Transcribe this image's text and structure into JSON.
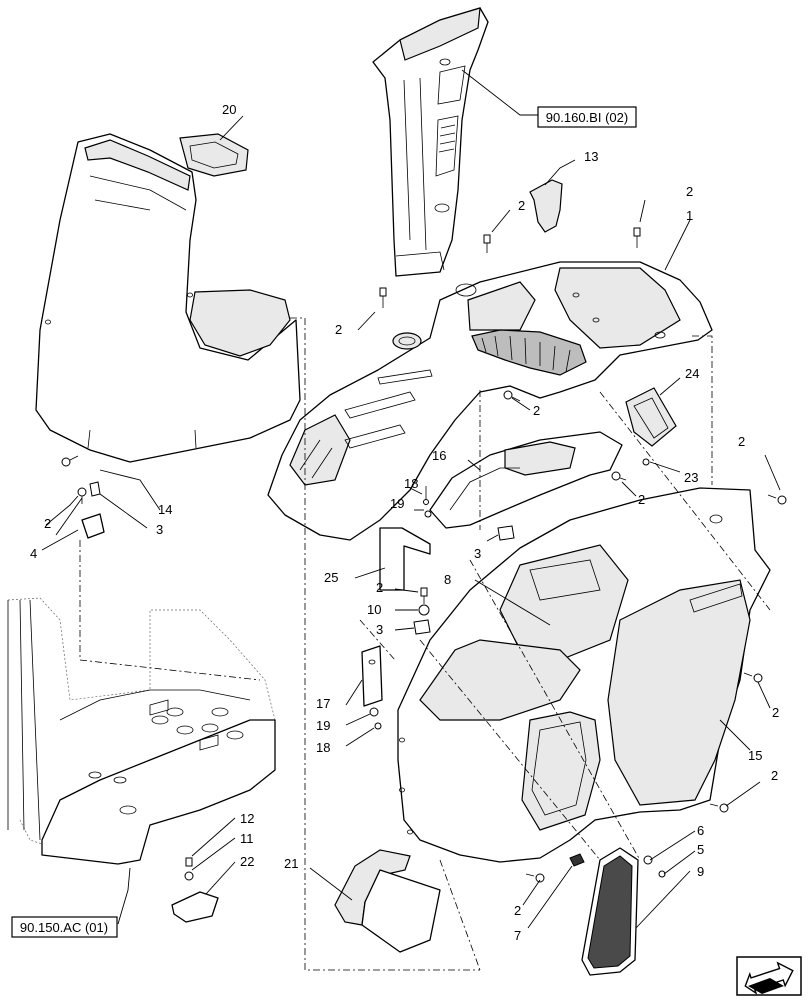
{
  "references": {
    "top": "90.160.BI (02)",
    "bottom": "90.150.AC (01)"
  },
  "callouts": {
    "n1": "1",
    "n2": "2",
    "n3": "3",
    "n4": "4",
    "n5": "5",
    "n6": "6",
    "n7": "7",
    "n8": "8",
    "n9": "9",
    "n10": "10",
    "n11": "11",
    "n12": "12",
    "n13": "13",
    "n14": "14",
    "n15": "15",
    "n16": "16",
    "n17": "17",
    "n18": "18",
    "n19": "19",
    "n20": "20",
    "n21": "21",
    "n22": "22",
    "n23": "23",
    "n24": "24",
    "n25": "25"
  },
  "icons": {
    "navigation": "arrow-left-icon"
  },
  "colors": {
    "line": "#000000",
    "background": "#ffffff",
    "shade": "#e9e9e9"
  }
}
